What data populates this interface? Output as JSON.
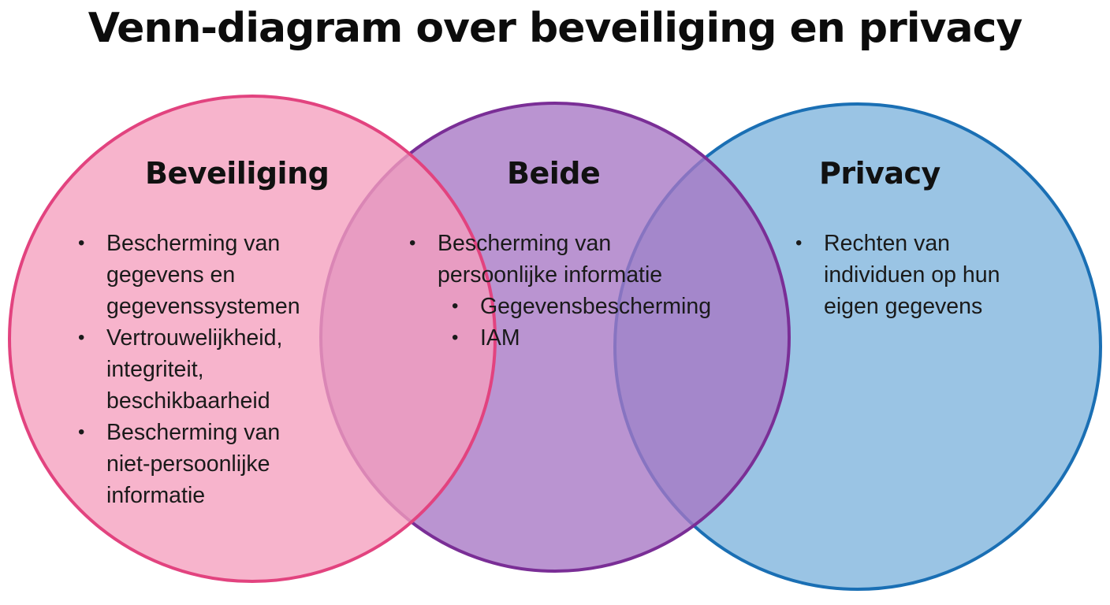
{
  "title": "Venn-diagram over beveiliging en privacy",
  "colors": {
    "security_fill": "#f59fbe",
    "security_stroke": "#e2437f",
    "both_fill": "#a676c4",
    "both_stroke": "#7a2e96",
    "privacy_fill": "#7eb3dc",
    "privacy_stroke": "#1a6fb4"
  },
  "sets": {
    "security": {
      "heading": "Beveiliging",
      "items": [
        "Bescherming van gegevens en gegevenssystemen",
        "Vertrouwelijkheid, integriteit, beschikbaarheid",
        "Bescherming van niet-persoonlijke informatie"
      ]
    },
    "both": {
      "heading": "Beide",
      "items": [
        "Bescherming van persoonlijke informatie"
      ],
      "subitems": [
        "Gegevensbescherming",
        "IAM"
      ]
    },
    "privacy": {
      "heading": "Privacy",
      "items": [
        "Rechten van individuen op hun eigen gegevens"
      ]
    }
  }
}
